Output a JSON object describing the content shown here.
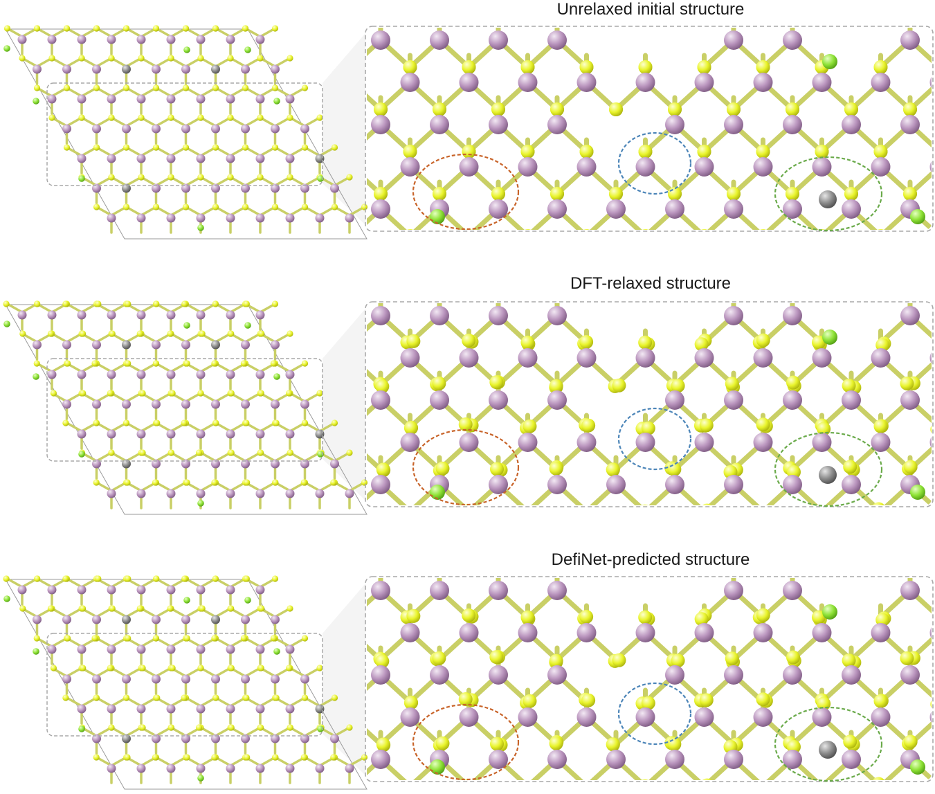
{
  "figure": {
    "panels": [
      {
        "id": "unrelaxed",
        "title": "Unrelaxed initial structure",
        "relaxed": false,
        "prediction": false
      },
      {
        "id": "dft",
        "title": "DFT-relaxed structure",
        "relaxed": true,
        "prediction": false
      },
      {
        "id": "definet",
        "title": "DefiNet-predicted structure",
        "relaxed": true,
        "prediction": true
      }
    ],
    "atom_colors": {
      "metal": "#b994bd",
      "chalcogen": "#e9f42c",
      "substituent_green": "#8ee236",
      "substituent_gray": "#8c8c8c",
      "bond": "#c9cf66"
    },
    "highlight_colors": {
      "orange_ellipse": "#c8642a",
      "blue_ellipse": "#4c85b8",
      "green_ellipse": "#6aaa4a"
    },
    "frame_color": "#a9a9a9"
  }
}
